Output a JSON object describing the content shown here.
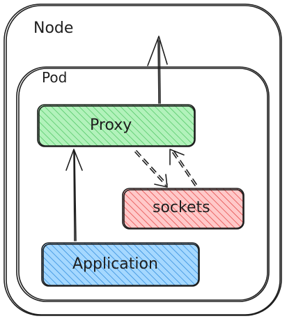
{
  "nodes": {
    "node": {
      "label": "Node"
    },
    "pod": {
      "label": "Pod"
    },
    "proxy": {
      "label": "Proxy",
      "fill": "#b2f2bb",
      "hatch": "#40c057"
    },
    "sockets": {
      "label": "sockets",
      "fill": "#ffc9c9",
      "hatch": "#e03131"
    },
    "application": {
      "label": "Application",
      "fill": "#a5d8ff",
      "hatch": "#1c7ed6"
    }
  },
  "edges": [
    {
      "from": "application",
      "to": "proxy",
      "style": "solid"
    },
    {
      "from": "proxy",
      "to": "outside-node",
      "style": "solid"
    },
    {
      "from": "proxy",
      "to": "sockets",
      "style": "dashed"
    },
    {
      "from": "sockets",
      "to": "proxy",
      "style": "dashed"
    }
  ],
  "colors": {
    "stroke": "#1e1e1e",
    "background": "#ffffff"
  }
}
